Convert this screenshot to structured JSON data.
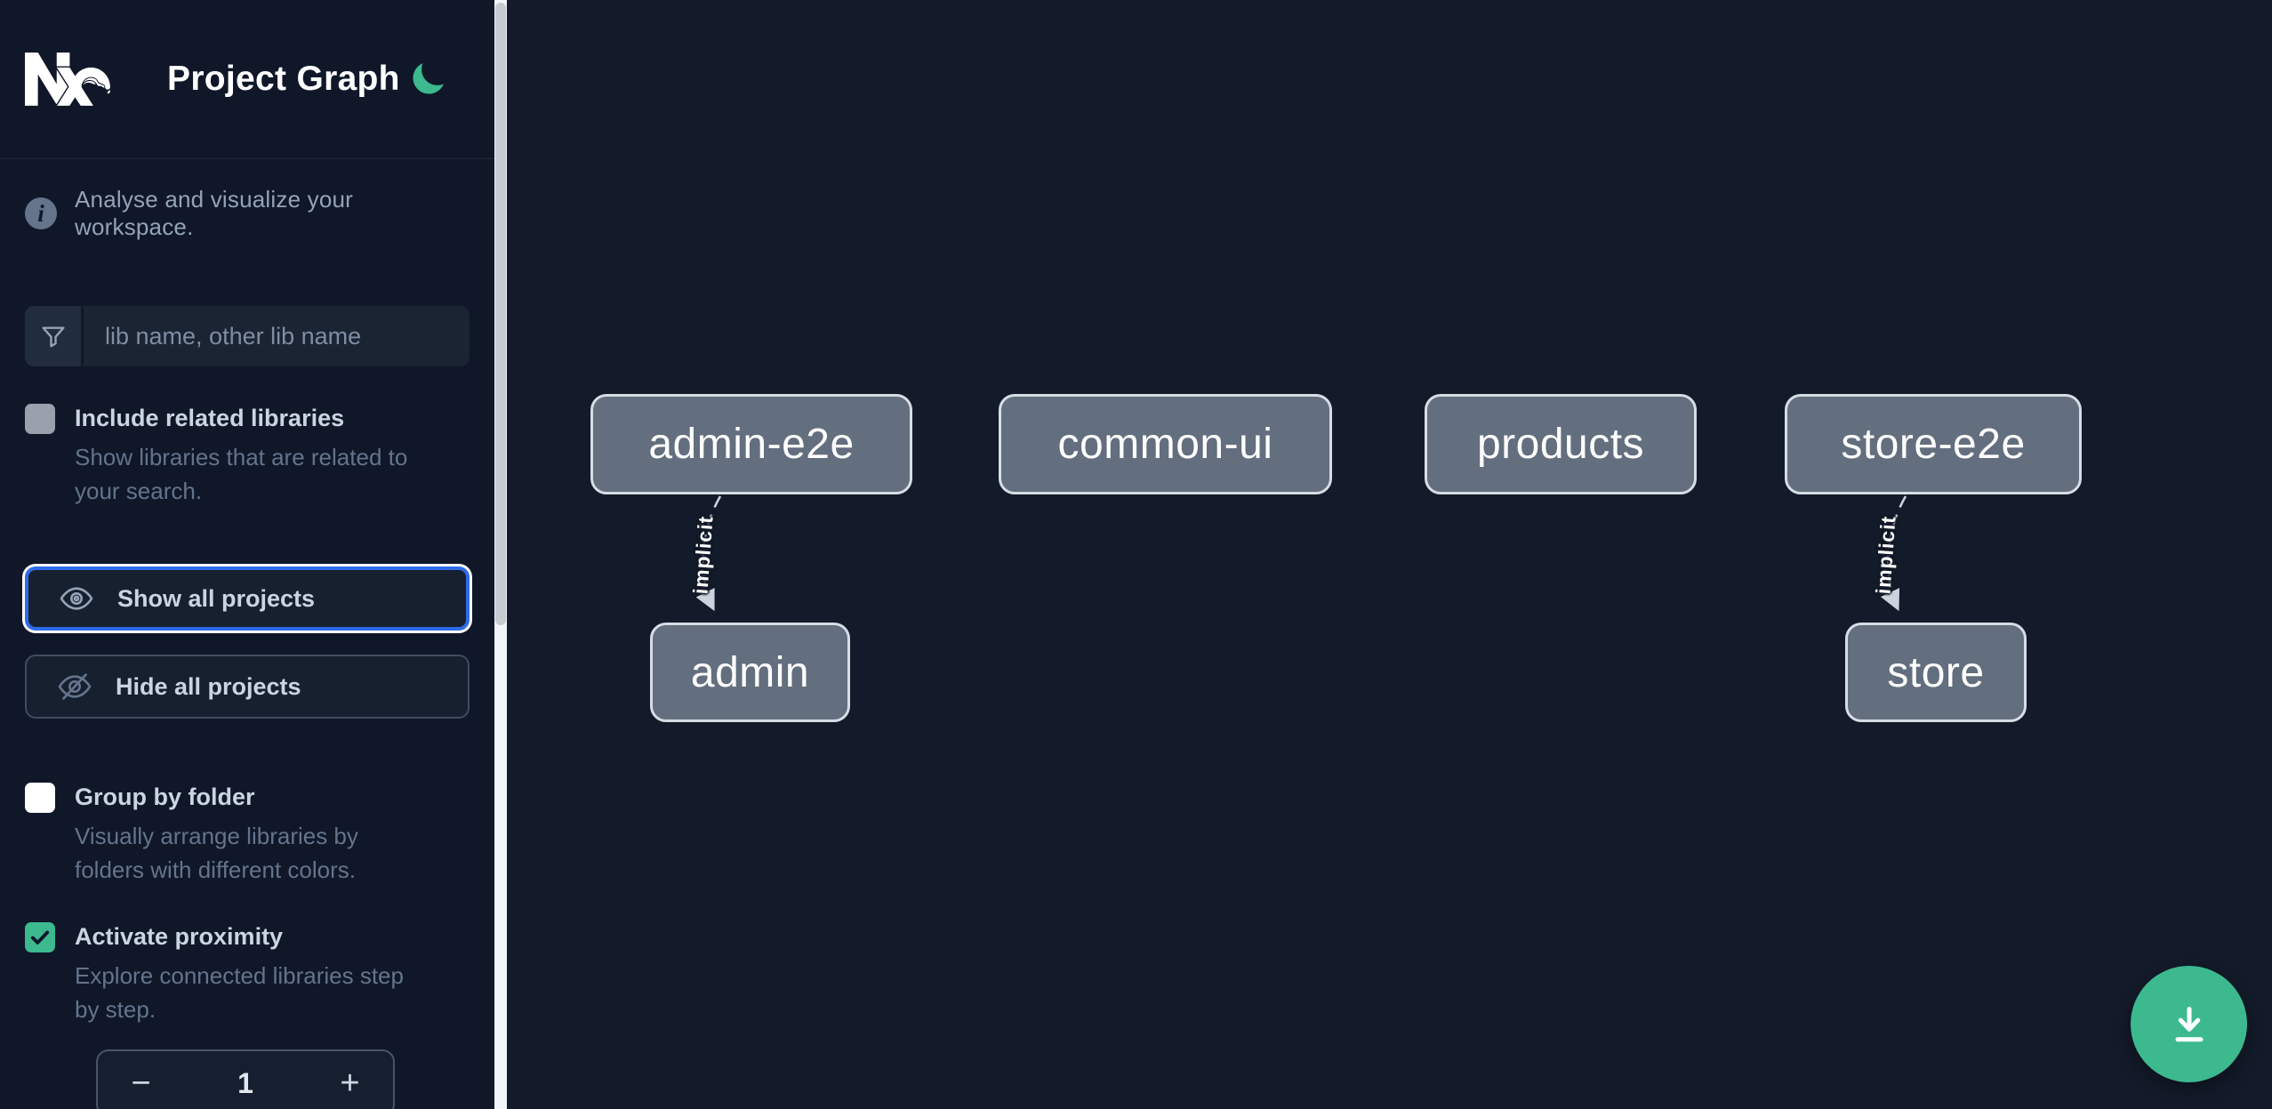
{
  "app": {
    "title": "Project Graph"
  },
  "sidebar": {
    "tagline": "Analyse and visualize your workspace.",
    "icons": {
      "info_glyph": "i"
    },
    "search": {
      "placeholder": "lib name, other lib name",
      "value": ""
    },
    "checkboxes": [
      {
        "label": "Include related libraries",
        "description_lines": [
          "Show libraries that are related to",
          "your search."
        ],
        "checked": false,
        "disabled": true
      },
      {
        "label": "Group by folder",
        "description_lines": [
          "Visually arrange libraries by",
          "folders with different colors."
        ],
        "checked": false,
        "disabled": false
      },
      {
        "label": "Activate proximity",
        "description_lines": [
          "Explore connected libraries step",
          "by step."
        ],
        "checked": true,
        "disabled": false
      }
    ],
    "buttons": {
      "show_all": "Show all projects",
      "hide_all": "Hide all projects"
    },
    "stepper": {
      "decrement": "−",
      "value": "1",
      "increment": "+"
    }
  },
  "graph": {
    "nodes": [
      {
        "label": "admin-e2e"
      },
      {
        "label": "common-ui"
      },
      {
        "label": "products"
      },
      {
        "label": "store-e2e"
      },
      {
        "label": "admin"
      },
      {
        "label": "store"
      }
    ],
    "edges": [
      {
        "source": "admin-e2e",
        "target": "admin",
        "label": "implicit"
      },
      {
        "source": "store-e2e",
        "target": "store",
        "label": "implicit"
      }
    ]
  },
  "colors": {
    "accent_green": "#3cb98f",
    "focus_blue": "#2f6be8",
    "sidebar_bg": "#0f1729",
    "canvas_bg": "#131a29",
    "node_fill": "#636e7e",
    "node_border": "#d7dde5",
    "edge_color": "#ccd3dc"
  }
}
